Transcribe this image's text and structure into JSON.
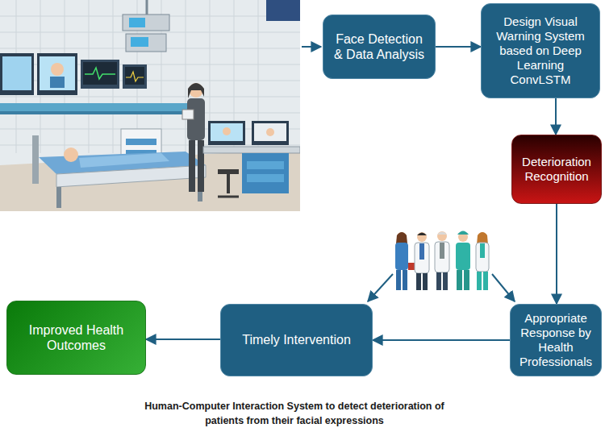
{
  "diagram": {
    "caption": "Human-Computer Interaction System to detect deterioration of patients from their facial expressions",
    "nodes": [
      {
        "text": [
          "Face Detection & Data Analysis"
        ]
      },
      {
        "text": [
          "Design Visual Warning System based on Deep Learning ConvLSTM"
        ]
      },
      {
        "text": [
          "Deterioration Recognition"
        ]
      },
      {
        "text": [
          "Appropriate Response by Health Professionals"
        ]
      },
      {
        "text": [
          "Timely Intervention"
        ]
      },
      {
        "text": [
          "Improved Health Outcomes"
        ]
      }
    ],
    "edges": [
      {
        "from": 0,
        "to": 1,
        "arrow": "to"
      },
      {
        "from": 1,
        "to": 2,
        "arrow": "to"
      },
      {
        "from": 2,
        "to": 3,
        "arrow": "to"
      },
      {
        "from": 3,
        "to": 4,
        "arrow": "to"
      },
      {
        "from": 4,
        "to": 5,
        "arrow": "to"
      }
    ]
  }
}
